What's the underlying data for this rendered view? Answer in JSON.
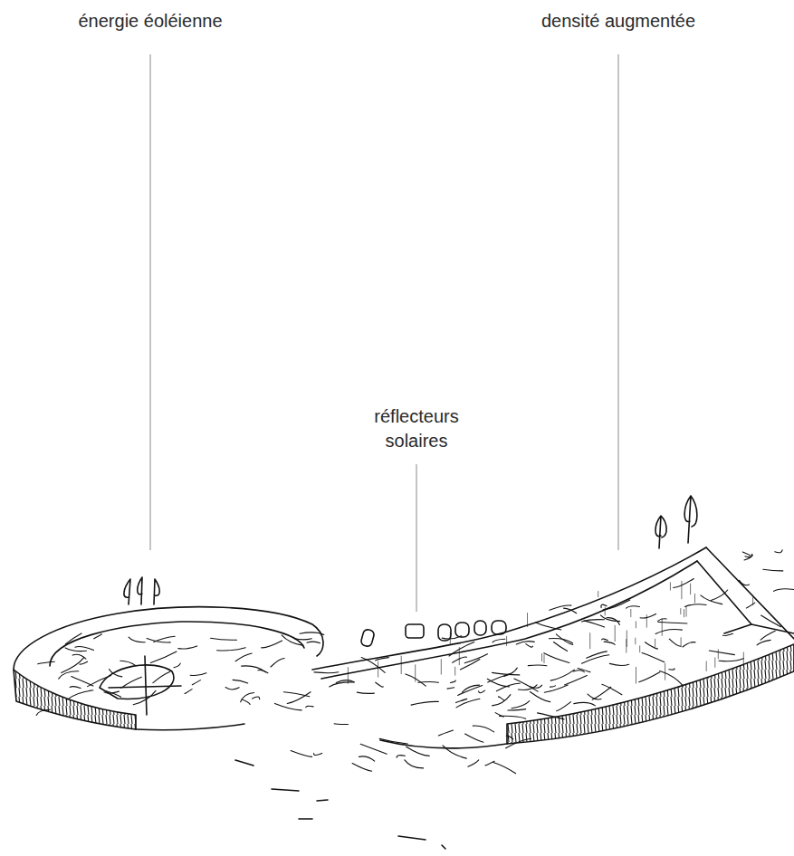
{
  "diagram": {
    "labels": [
      "énergie éoléienne",
      "densité augmentée",
      "réflecteurs solaires"
    ]
  }
}
